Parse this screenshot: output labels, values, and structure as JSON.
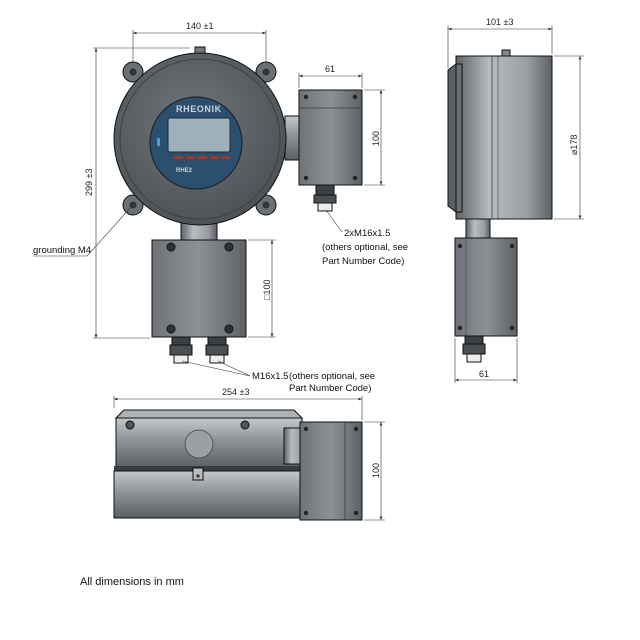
{
  "brand": {
    "logo_text": "RHEONIK",
    "display_label": "RHE2"
  },
  "dimensions": {
    "front_width": "140 ±1",
    "front_height": "299 ±3",
    "junction_box_width": "61",
    "junction_box_height": "100",
    "lower_box_size": "□100",
    "side_width": "101 ±3",
    "side_diameter": "⌀178",
    "side_box_width": "61",
    "bottom_length": "254 ±3",
    "bottom_height": "100"
  },
  "notes": {
    "grounding": "grounding M4",
    "gland_top_line1": "2xM16x1.5",
    "gland_top_line2": "(others optional, see",
    "gland_top_line3": "Part Number Code)",
    "gland_bottom_line1": "M16x1.5",
    "gland_bottom_line1b": "(others optional, see",
    "gland_bottom_line2": "Part Number Code)"
  },
  "footer": "All dimensions in mm",
  "colors": {
    "housing_dark": "#555b60",
    "housing_mid": "#8a8f94",
    "housing_light": "#b9bdc1",
    "display_frame": "#2d4f6e",
    "display_screen": "#9fb0bd",
    "display_bar": "#9b3a30"
  }
}
